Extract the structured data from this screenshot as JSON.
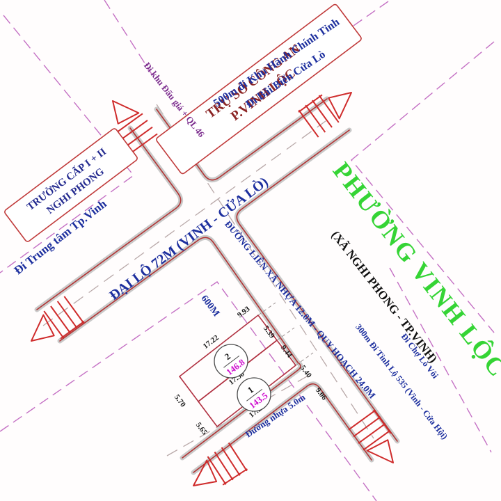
{
  "title": {
    "region": "PHƯỜNG VINH LỘC",
    "subregion": "(XÃ NGHI PHONG - TP.VINH)"
  },
  "landmarks": {
    "police_box": {
      "line1": "TRỤ SỞ CÔNG AN",
      "line2": "P.VINH LỘC"
    },
    "school_box": {
      "line1": "TRƯỜNG CẤP I + II",
      "line2": "NGHI PHONG"
    }
  },
  "roads": {
    "main": "ĐẠI LỘ 72M (VINH - CỬA LÒ)",
    "secondary": "ĐƯỜNG LIÊN XÃ NHỰA 12.0M - QUY HOẠCH 24.0M",
    "service": "Đường nhựa 5.0m"
  },
  "directions": {
    "auction": "Đi khu Đấu giá + QL 46",
    "admin_center_1": "500m đi Khu Hành Chính Tỉnh",
    "admin_center_2": "Đi Bãi Biển Cửa Lò",
    "vinh_center": "Đi Trung tâm Tp.Vinh",
    "lime_market": "Đi Chợ Lò Vôi",
    "route_535": "300m Đi Tỉnh Lộ 535 (Vinh - Cửa Hội)"
  },
  "annotations": {
    "distance_600m": "600M"
  },
  "parcels": [
    {
      "id": "2",
      "area": "146.8"
    },
    {
      "id": "1",
      "area": "143.5"
    }
  ],
  "measurements": {
    "m993": "9.93",
    "m539": "5.39",
    "m944": "9.44",
    "m540": "5.40",
    "m906": "9.06",
    "m1722": "17.22",
    "m1730": "17.30",
    "m1728": "17.28",
    "m570": "5.70",
    "m565": "5.65"
  },
  "colors": {
    "road_edge": "#b23535",
    "road_casing": "#c9c9c9",
    "boundary_dash": "#c470c4",
    "label_blue": "#1d2f9e",
    "label_green": "#35d435",
    "label_purple": "#7c2d8e",
    "area_magenta": "#cf10cf",
    "box_text_maroon": "#8b2424",
    "box_text_navy": "#232a8f"
  }
}
